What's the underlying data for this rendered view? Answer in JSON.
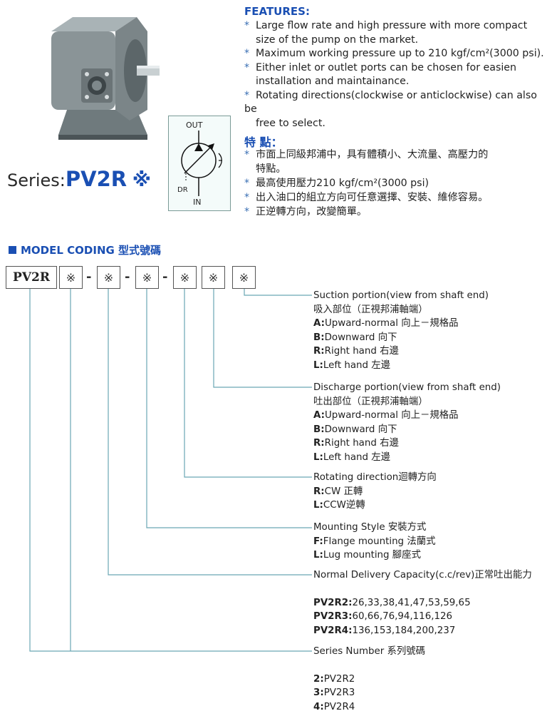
{
  "series": {
    "prefix": "Series:",
    "model": "PV2R",
    "mark": "※"
  },
  "symbol": {
    "out": "OUT",
    "in": "IN",
    "dr": "DR"
  },
  "features": {
    "title": "FEATURES:",
    "items": [
      [
        "Large flow rate and high pressure with more compact",
        "size of the pump on the market."
      ],
      [
        "Maximum working pressure up to 210 kgf/cm²(3000 psi)."
      ],
      [
        "Either inlet or outlet ports can be chosen for easien",
        "installation and maintainance."
      ],
      [
        "Rotating directions(clockwise or anticlockwise) can also be",
        "free to select."
      ]
    ]
  },
  "features_zh": {
    "title": "特 點：",
    "items": [
      [
        "市面上同級邦浦中，具有體積小、大流量、高壓力的",
        "特點。"
      ],
      [
        "最高使用壓力210 kgf/cm²(3000 psi)"
      ],
      [
        "出入油口的組立方向可任意選擇、安裝、維修容易。"
      ],
      [
        "正逆轉方向，改變簡單。"
      ]
    ]
  },
  "model_coding": {
    "title": "MODEL CODING 型式號碼",
    "code_prefix": "PV2R",
    "placeholder": "※",
    "separator": "-",
    "suction": {
      "title": "Suction portion(view from shaft end)",
      "title_zh": "吸入部位（正視邦浦軸端）",
      "options": [
        {
          "code": "A:",
          "text": "Upward-normal 向上－規格品"
        },
        {
          "code": "B:",
          "text": "Downward 向下"
        },
        {
          "code": "R:",
          "text": "Right hand 右邊"
        },
        {
          "code": "L:",
          "text": "Left hand 左邊"
        }
      ]
    },
    "discharge": {
      "title": "Discharge portion(view from shaft end)",
      "title_zh": "吐出部位（正視邦浦軸端）",
      "options": [
        {
          "code": "A:",
          "text": "Upward-normal 向上－規格品"
        },
        {
          "code": "B:",
          "text": "Downward 向下"
        },
        {
          "code": "R:",
          "text": "Right hand 右邊"
        },
        {
          "code": "L:",
          "text": "Left hand 左邊"
        }
      ]
    },
    "rotation": {
      "title": "Rotating direction迴轉方向",
      "options": [
        {
          "code": "R:",
          "text": "CW 正轉"
        },
        {
          "code": "L:",
          "text": "CCW逆轉"
        }
      ]
    },
    "mounting": {
      "title": "Mounting Style 安裝方式",
      "options": [
        {
          "code": "F:",
          "text": "Flange mounting 法蘭式"
        },
        {
          "code": "L:",
          "text": "Lug mounting 腳座式"
        }
      ]
    },
    "capacity": {
      "title": "Normal Delivery Capacity(c.c/rev)正常吐出能力",
      "options": [
        {
          "code": "PV2R2:",
          "text": "26,33,38,41,47,53,59,65"
        },
        {
          "code": "PV2R3:",
          "text": "60,66,76,94,116,126"
        },
        {
          "code": "PV2R4:",
          "text": "136,153,184,200,237"
        }
      ]
    },
    "series_number": {
      "title": "Series Number 系列號碼",
      "options": [
        {
          "code": "2:",
          "text": "PV2R2"
        },
        {
          "code": "3:",
          "text": "PV2R3"
        },
        {
          "code": "4:",
          "text": "PV2R4"
        }
      ]
    }
  }
}
